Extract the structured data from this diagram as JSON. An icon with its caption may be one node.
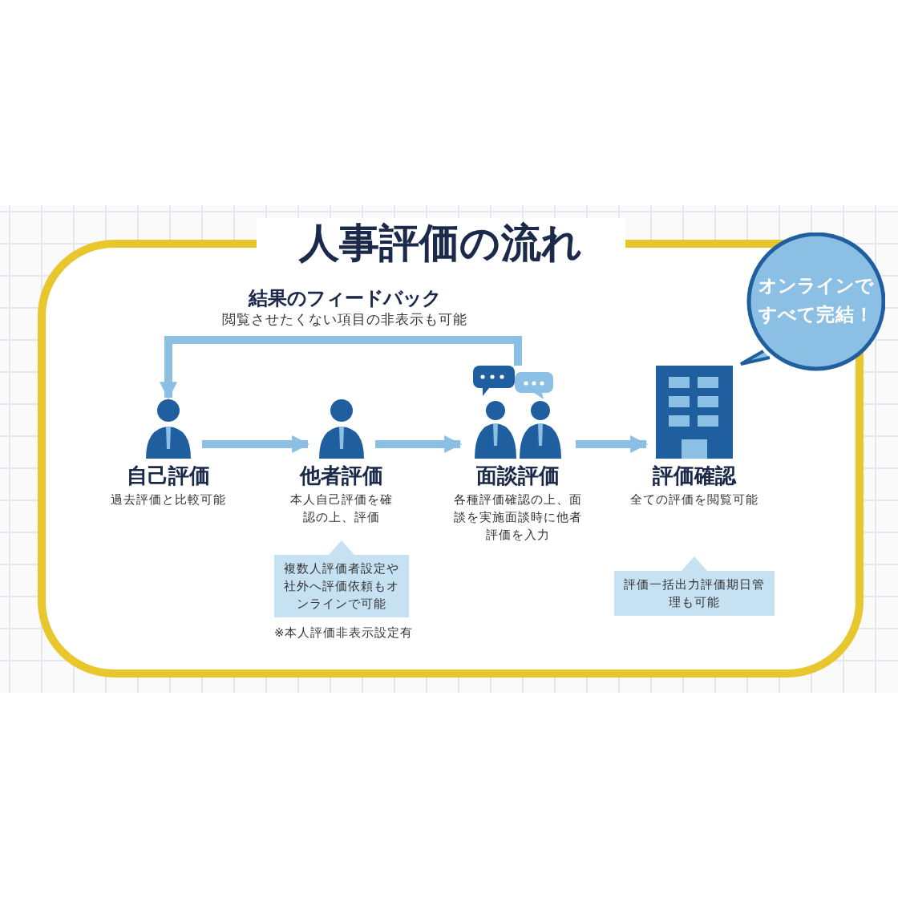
{
  "diagram": {
    "title": "人事評価の流れ",
    "nodes": [
      {
        "text": [
          "自己評価",
          "過去評価と比較可能"
        ]
      },
      {
        "text": [
          "他者評価",
          "本人自己評価を確認の上、評価"
        ]
      },
      {
        "text": [
          "面談評価",
          "各種評価確認の上、面談を実施面談時に他者評価を入力"
        ]
      },
      {
        "text": [
          "評価確認",
          "全ての評価を閲覧可能"
        ]
      },
      {
        "text": [
          "複数人評価者設定や社外へ評価依頼もオンラインで可能"
        ],
        "beside": [
          "※本人評価非表示設定有"
        ]
      },
      {
        "text": [
          "評価一括出力評価期日管理も可能"
        ]
      },
      {
        "text": [
          "オンラインですべて完結！"
        ]
      }
    ],
    "edges": [
      {
        "from": 0,
        "to": 1,
        "arrow": "to"
      },
      {
        "from": 1,
        "to": 2,
        "arrow": "to"
      },
      {
        "from": 2,
        "to": 3,
        "arrow": "to"
      },
      {
        "from": 2,
        "to": 0,
        "arrow": "to",
        "label": "結果のフィードバック"
      }
    ],
    "labels": [
      "閲覧させたくない項目の非表示も可能"
    ]
  }
}
